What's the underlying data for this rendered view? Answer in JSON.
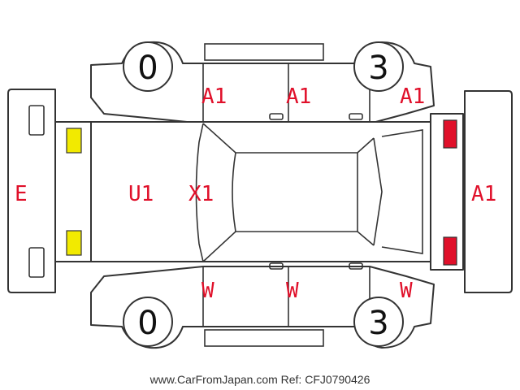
{
  "diagram": {
    "title": "",
    "colors": {
      "damage_code": "#e0102a",
      "yellow_marker": "#f2ea00",
      "red_marker": "#e0102a",
      "outline": "#333333"
    },
    "tyre_marks": {
      "front_left": "0",
      "rear_left": "3",
      "front_right": "0",
      "rear_right": "3"
    },
    "damage_codes": {
      "front_bumper": "E",
      "hood": "U1",
      "windshield": "X1",
      "top_front_fender": "A1",
      "top_mid_door": "A1",
      "top_rear_quarter": "A1",
      "rear_bumper": "A1",
      "bottom_front_fender": "W",
      "bottom_mid_door": "W",
      "bottom_rear_quarter": "W"
    },
    "markers": {
      "headlight_color": "yellow",
      "taillight_color": "red"
    }
  },
  "footer": {
    "watermark": "www.CarFromJapan.com Ref: CFJ0790426"
  }
}
